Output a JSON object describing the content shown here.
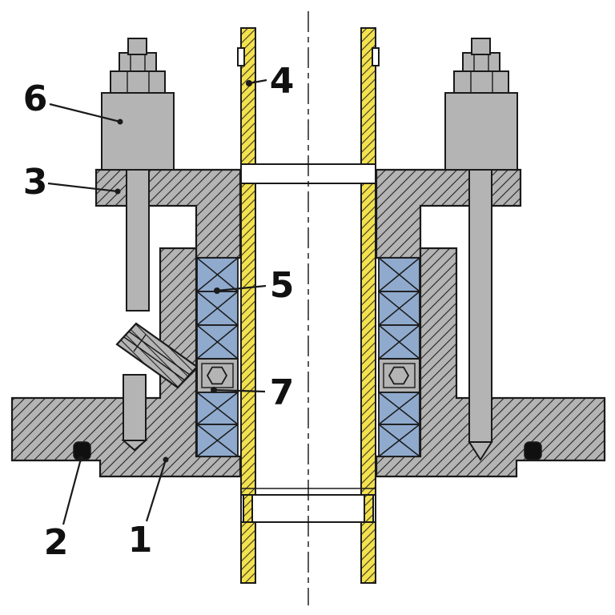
{
  "diagram": {
    "kind": "mechanical-cross-section",
    "description": "Sectioned assembly: yellow shaft tube with gland flange, packing rings, lantern ring, studs and O-ring seals",
    "callouts": [
      {
        "number": "1",
        "part": "housing-body"
      },
      {
        "number": "2",
        "part": "o-ring-seal"
      },
      {
        "number": "3",
        "part": "gland-flange"
      },
      {
        "number": "4",
        "part": "shaft-tube"
      },
      {
        "number": "5",
        "part": "packing-ring"
      },
      {
        "number": "6",
        "part": "stud-bolt"
      },
      {
        "number": "7",
        "part": "lantern-ring-screw"
      }
    ],
    "colors": {
      "metal": "#b4b4b4",
      "tube": "#f3e14e",
      "packing": "#8faacd",
      "outline": "#1a1a1a",
      "oring": "#101010",
      "background": "#ffffff"
    }
  }
}
